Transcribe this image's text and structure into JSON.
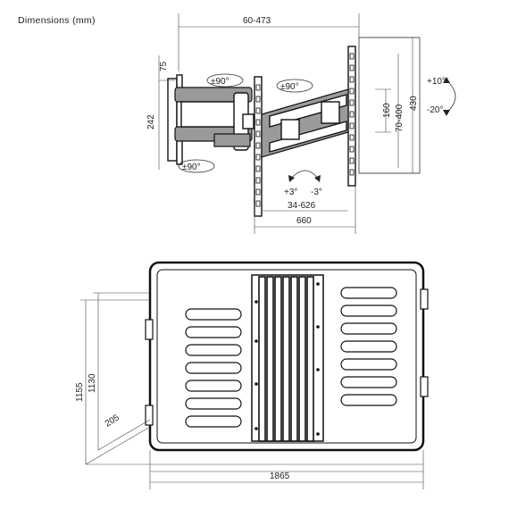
{
  "title": "Dimensions (mm)",
  "top_view": {
    "width_range": "60-473",
    "left_offset": "75",
    "arm_height": "242",
    "rotate_arm_upper": "±90°",
    "rotate_arm_lower": "±90°",
    "rotate_plate": "±90°",
    "height_inner": "160",
    "height_range": "70-400",
    "height_outer": "430",
    "tilt_up": "+10°",
    "tilt_down": "-20°",
    "swivel_left": "+3°",
    "swivel_right": "-3°",
    "width_slide": "34-626",
    "width_total": "660"
  },
  "bottom_view": {
    "height_outer": "1155",
    "height_inner": "1130",
    "depth": "205",
    "width": "1865"
  }
}
